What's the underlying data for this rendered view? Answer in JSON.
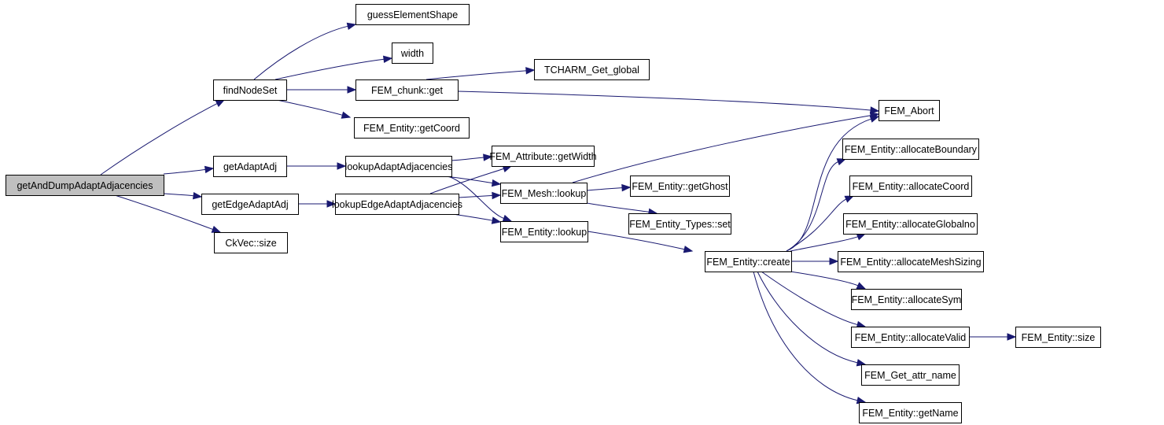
{
  "diagram": {
    "type": "call-graph",
    "colors": {
      "edge": "#191970",
      "root_fill": "#bfbfbf",
      "node_fill": "#ffffff",
      "node_border": "#000000"
    },
    "nodes": [
      {
        "id": "root",
        "label": "getAndDumpAdaptAdjacencies",
        "root": true
      },
      {
        "id": "findNodeSet",
        "label": "findNodeSet"
      },
      {
        "id": "guessElementShape",
        "label": "guessElementShape"
      },
      {
        "id": "width",
        "label": "width"
      },
      {
        "id": "chunkGet",
        "label": "FEM_chunk::get"
      },
      {
        "id": "tcharm",
        "label": "TCHARM_Get_global"
      },
      {
        "id": "getCoord",
        "label": "FEM_Entity::getCoord"
      },
      {
        "id": "getAdaptAdj",
        "label": "getAdaptAdj"
      },
      {
        "id": "getEdgeAdaptAdj",
        "label": "getEdgeAdaptAdj"
      },
      {
        "id": "ckvecSize",
        "label": "CkVec::size"
      },
      {
        "id": "lookupAA",
        "label": "lookupAdaptAdjacencies"
      },
      {
        "id": "lookupEAA",
        "label": "lookupEdgeAdaptAdjacencies"
      },
      {
        "id": "attrGetWidth",
        "label": "FEM_Attribute::getWidth"
      },
      {
        "id": "meshLookup",
        "label": "FEM_Mesh::lookup"
      },
      {
        "id": "entityLookup",
        "label": "FEM_Entity::lookup"
      },
      {
        "id": "getGhost",
        "label": "FEM_Entity::getGhost"
      },
      {
        "id": "typesSet",
        "label": "FEM_Entity_Types::set"
      },
      {
        "id": "create",
        "label": "FEM_Entity::create"
      },
      {
        "id": "abort",
        "label": "FEM_Abort"
      },
      {
        "id": "allocBoundary",
        "label": "FEM_Entity::allocateBoundary"
      },
      {
        "id": "allocCoord",
        "label": "FEM_Entity::allocateCoord"
      },
      {
        "id": "allocGlobalno",
        "label": "FEM_Entity::allocateGlobalno"
      },
      {
        "id": "allocMeshSizing",
        "label": "FEM_Entity::allocateMeshSizing"
      },
      {
        "id": "allocSym",
        "label": "FEM_Entity::allocateSym"
      },
      {
        "id": "allocValid",
        "label": "FEM_Entity::allocateValid"
      },
      {
        "id": "entitySize",
        "label": "FEM_Entity::size"
      },
      {
        "id": "getAttrName",
        "label": "FEM_Get_attr_name"
      },
      {
        "id": "getName",
        "label": "FEM_Entity::getName"
      }
    ],
    "edges": [
      {
        "from": "root",
        "to": "findNodeSet"
      },
      {
        "from": "root",
        "to": "getAdaptAdj"
      },
      {
        "from": "root",
        "to": "getEdgeAdaptAdj"
      },
      {
        "from": "root",
        "to": "ckvecSize"
      },
      {
        "from": "findNodeSet",
        "to": "guessElementShape"
      },
      {
        "from": "findNodeSet",
        "to": "width"
      },
      {
        "from": "findNodeSet",
        "to": "chunkGet"
      },
      {
        "from": "findNodeSet",
        "to": "getCoord"
      },
      {
        "from": "chunkGet",
        "to": "tcharm"
      },
      {
        "from": "chunkGet",
        "to": "abort"
      },
      {
        "from": "getAdaptAdj",
        "to": "lookupAA"
      },
      {
        "from": "getEdgeAdaptAdj",
        "to": "lookupEAA"
      },
      {
        "from": "lookupAA",
        "to": "attrGetWidth"
      },
      {
        "from": "lookupAA",
        "to": "meshLookup"
      },
      {
        "from": "lookupAA",
        "to": "entityLookup"
      },
      {
        "from": "lookupEAA",
        "to": "attrGetWidth"
      },
      {
        "from": "lookupEAA",
        "to": "meshLookup"
      },
      {
        "from": "lookupEAA",
        "to": "entityLookup"
      },
      {
        "from": "meshLookup",
        "to": "abort"
      },
      {
        "from": "meshLookup",
        "to": "getGhost"
      },
      {
        "from": "meshLookup",
        "to": "typesSet"
      },
      {
        "from": "entityLookup",
        "to": "create"
      },
      {
        "from": "create",
        "to": "abort"
      },
      {
        "from": "create",
        "to": "allocBoundary"
      },
      {
        "from": "create",
        "to": "allocCoord"
      },
      {
        "from": "create",
        "to": "allocGlobalno"
      },
      {
        "from": "create",
        "to": "allocMeshSizing"
      },
      {
        "from": "create",
        "to": "allocSym"
      },
      {
        "from": "create",
        "to": "allocValid"
      },
      {
        "from": "create",
        "to": "getAttrName"
      },
      {
        "from": "create",
        "to": "getName"
      },
      {
        "from": "allocValid",
        "to": "entitySize"
      }
    ]
  }
}
